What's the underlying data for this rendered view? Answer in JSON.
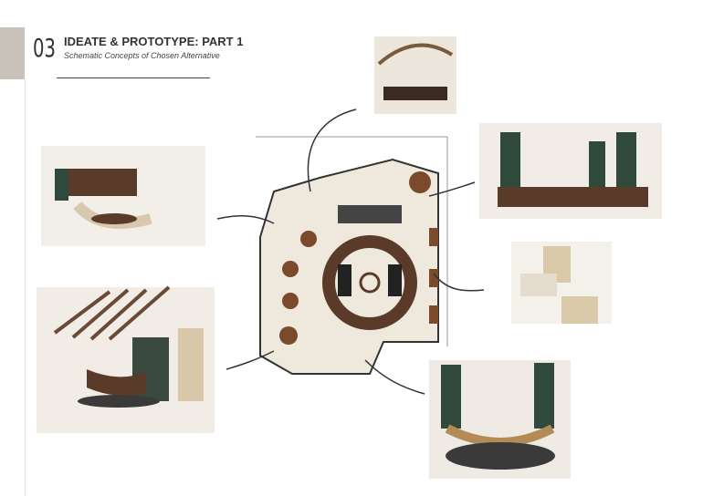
{
  "header": {
    "number": "03",
    "title": "IDEATE & PROTOTYPE: PART 1",
    "subtitle": "Schematic Concepts of Chosen Alternative"
  }
}
